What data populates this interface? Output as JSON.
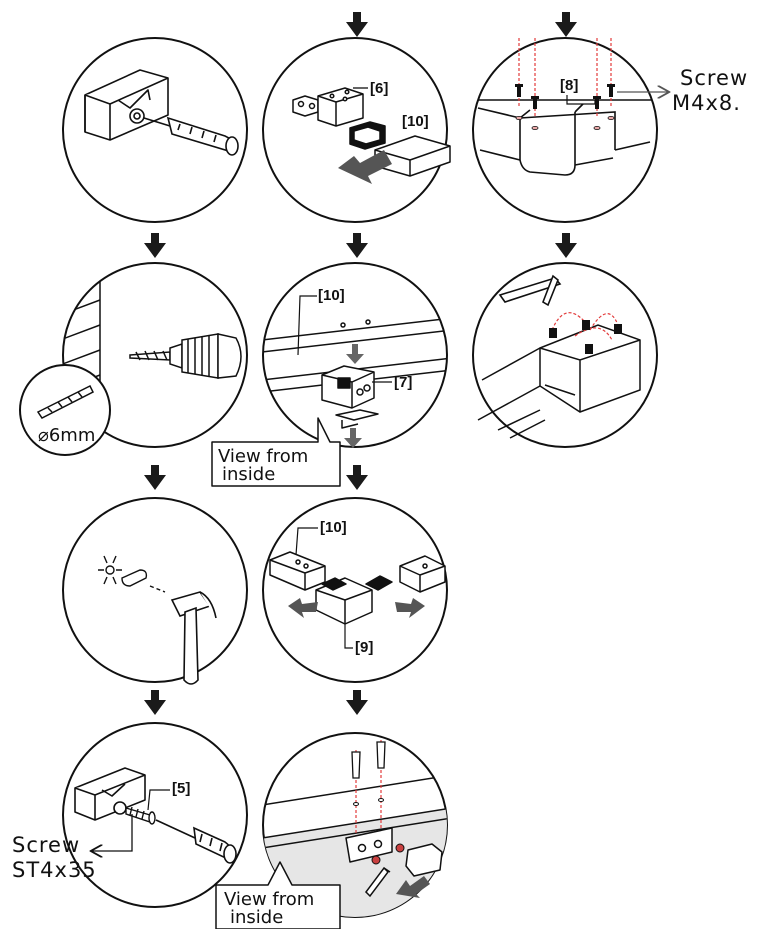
{
  "labels": {
    "part_6": "[6]",
    "part_10_a": "[10]",
    "part_10_b": "[10]",
    "part_10_c": "[10]",
    "part_8": "[8]",
    "part_7": "[7]",
    "part_9": "[9]",
    "part_5": "[5]"
  },
  "callouts": {
    "screw_m4_word": "Screw",
    "screw_m4_size": "M4x8.",
    "screw_st_word": "Screw",
    "screw_st_size": "ST4x35",
    "drill_size": "⌀6mm",
    "view_inside_1_l1": "View from",
    "view_inside_1_l2": "inside",
    "view_inside_2_l1": "View from",
    "view_inside_2_l2": "inside"
  },
  "colors": {
    "line": "#111111",
    "arrow": "#1a1a1a",
    "screw_guide": "#e23b3b",
    "push_arrow": "#555555",
    "inside_fill": "#e6e6e6"
  },
  "icons": [
    "down-arrow-icon",
    "screwdriver-icon",
    "drill-icon",
    "hammer-icon",
    "hex-key-icon",
    "screw-icon"
  ]
}
